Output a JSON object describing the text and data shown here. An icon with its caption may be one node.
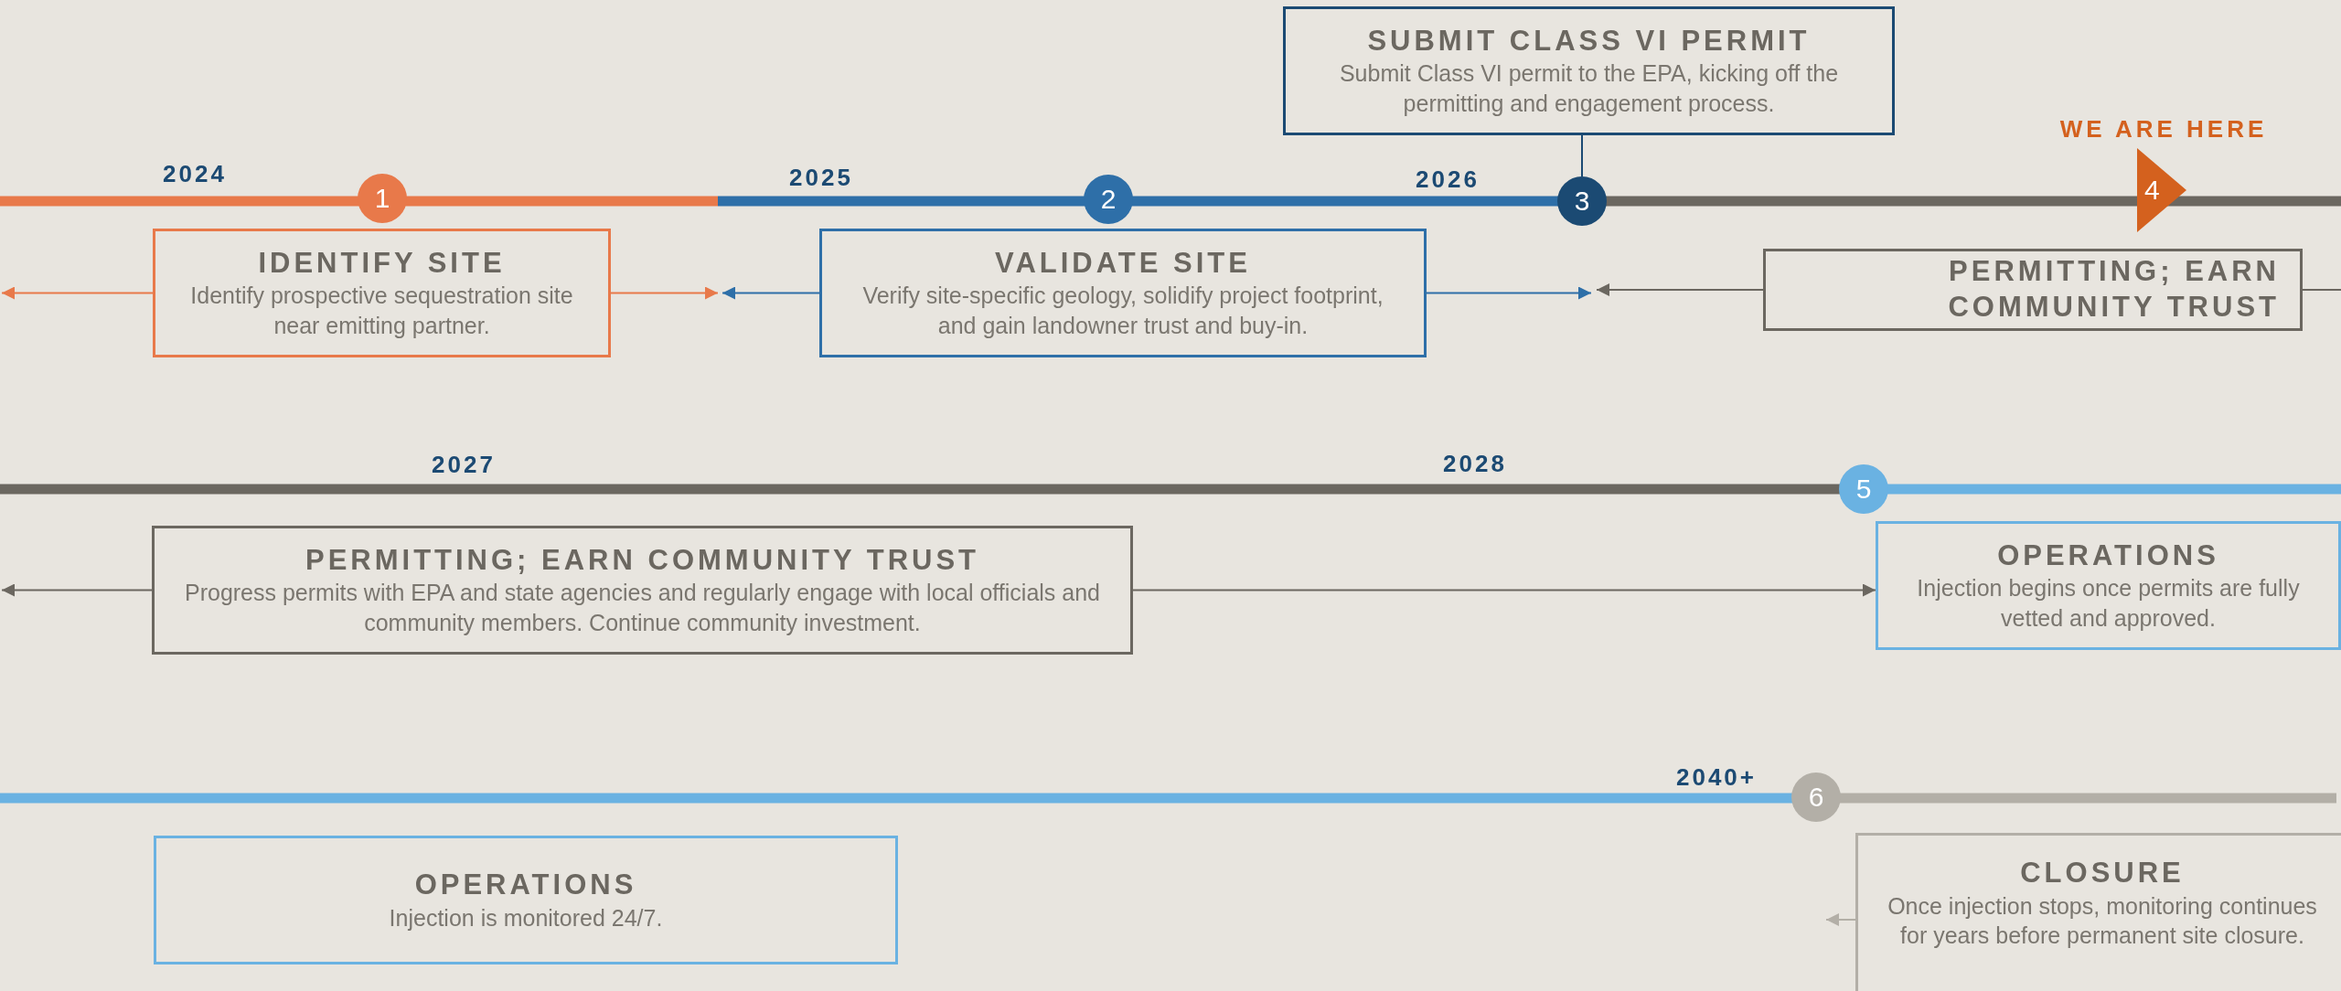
{
  "diagram": {
    "nodes": [
      {
        "text": [
          "SUBMIT CLASS VI PERMIT",
          "Submit Class VI permit to the EPA, kicking off the permitting and engagement process."
        ]
      },
      {
        "text": [
          "1"
        ]
      },
      {
        "text": [
          "2"
        ]
      },
      {
        "text": [
          "3"
        ]
      },
      {
        "text": [
          "4"
        ],
        "beside": [
          "WE ARE HERE"
        ]
      },
      {
        "text": [
          "IDENTIFY SITE",
          "Identify prospective sequestration site near emitting partner."
        ]
      },
      {
        "text": [
          "VALIDATE SITE",
          "Verify site-specific geology, solidify project footprint, and gain landowner trust and buy-in."
        ]
      },
      {
        "text": [
          "PERMITTING; EARN COMMUNITY TRUST"
        ]
      },
      {
        "text": [
          "5"
        ]
      },
      {
        "text": [
          "PERMITTING; EARN COMMUNITY TRUST",
          "Progress permits with EPA and state agencies and regularly engage with local officials and community members. Continue community investment."
        ]
      },
      {
        "text": [
          "OPERATIONS",
          "Injection begins once permits are fully vetted and approved."
        ]
      },
      {
        "text": [
          "6"
        ]
      },
      {
        "text": [
          "OPERATIONS",
          "Injection is monitored 24/7."
        ]
      },
      {
        "text": [
          "CLOSURE",
          "Once injection stops, monitoring continues for years before permanent site closure."
        ]
      }
    ],
    "edges": [
      {
        "from": 5,
        "to": null,
        "arrow": "to",
        "color": "#e8794a"
      },
      {
        "from": 5,
        "to": null,
        "arrow": "to",
        "color": "#e8794a"
      },
      {
        "from": 6,
        "to": null,
        "arrow": "to",
        "color": "#2e6fa8"
      },
      {
        "from": 6,
        "to": null,
        "arrow": "to",
        "color": "#2e6fa8"
      },
      {
        "from": 7,
        "to": null,
        "arrow": "to"
      },
      {
        "from": 7,
        "to": null,
        "arrow": "none"
      },
      {
        "from": 0,
        "to": 3,
        "arrow": "none",
        "color": "#1b4a73"
      },
      {
        "from": 9,
        "to": null,
        "arrow": "to"
      },
      {
        "from": 9,
        "to": 10,
        "arrow": "to"
      },
      {
        "from": 13,
        "to": null,
        "arrow": "to",
        "color": "#b3afa7"
      }
    ],
    "labels": [
      "2024",
      "2025",
      "2026",
      "2027",
      "2028",
      "2040+"
    ]
  }
}
